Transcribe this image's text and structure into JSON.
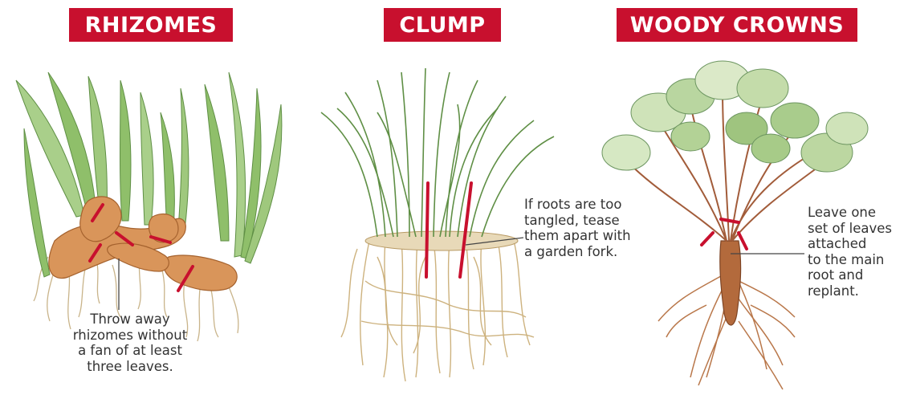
{
  "headings": {
    "rhizomes": "RHIZOMES",
    "clump": "CLUMP",
    "woody_crowns": "WOODY CROWNS"
  },
  "captions": {
    "rhizomes": "Throw away\nrhizomes without\na fan of at least\nthree leaves.",
    "clump": "If roots are too\ntangled, tease\nthem apart with\na garden fork.",
    "woody_crowns": "Leave one\nset of leaves\nattached\nto the main\nroot and\nreplant."
  },
  "colors": {
    "heading_background": "#c8102e",
    "heading_text": "#ffffff",
    "cut_mark": "#c8102e",
    "caption_text": "#333333"
  }
}
